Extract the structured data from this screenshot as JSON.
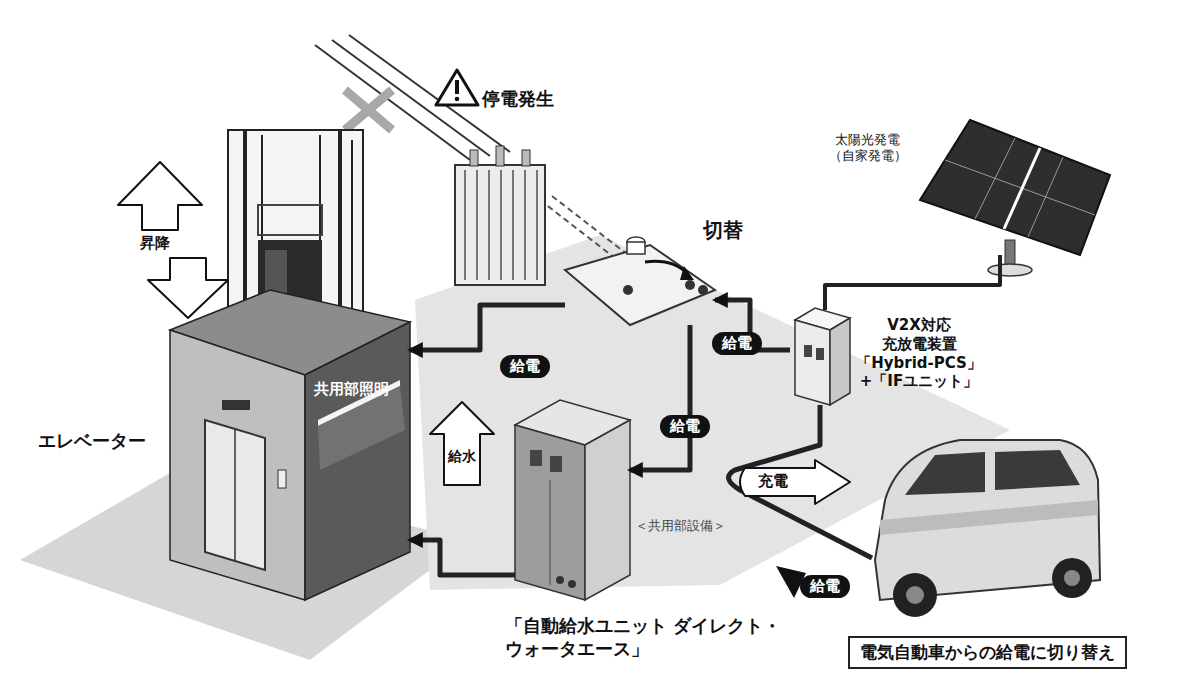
{
  "diagram": {
    "caption": "電気自動車からの給電に切り替え",
    "nodes": [
      {
        "text": [
          "エレベーター"
        ]
      },
      {
        "text": [
          "切替"
        ]
      },
      {
        "text": [
          "＜共用部設備＞",
          "「自動給水ユニット ダイレクト・ウォータエース」"
        ]
      },
      {
        "text": [
          "V2X対応 充放電装置 「Hybrid-PCS」 +「IFユニット」"
        ]
      },
      {
        "text": [
          "太陽光発電 （自家発電）"
        ]
      }
    ],
    "edges": [
      {
        "from": 3,
        "to": 1,
        "label": "給電",
        "arrow": "to"
      },
      {
        "from": 1,
        "to": 0,
        "label": "給電",
        "arrow": "to"
      },
      {
        "from": 1,
        "to": 2,
        "label": "給電",
        "arrow": "to"
      },
      {
        "from": 2,
        "to": 0,
        "label": "給水",
        "arrow": "to"
      },
      {
        "from": 4,
        "to": 3,
        "arrow": "none"
      }
    ],
    "labels": [
      "停電発生",
      "昇降",
      "共用部照明",
      "充電",
      "給電"
    ]
  }
}
